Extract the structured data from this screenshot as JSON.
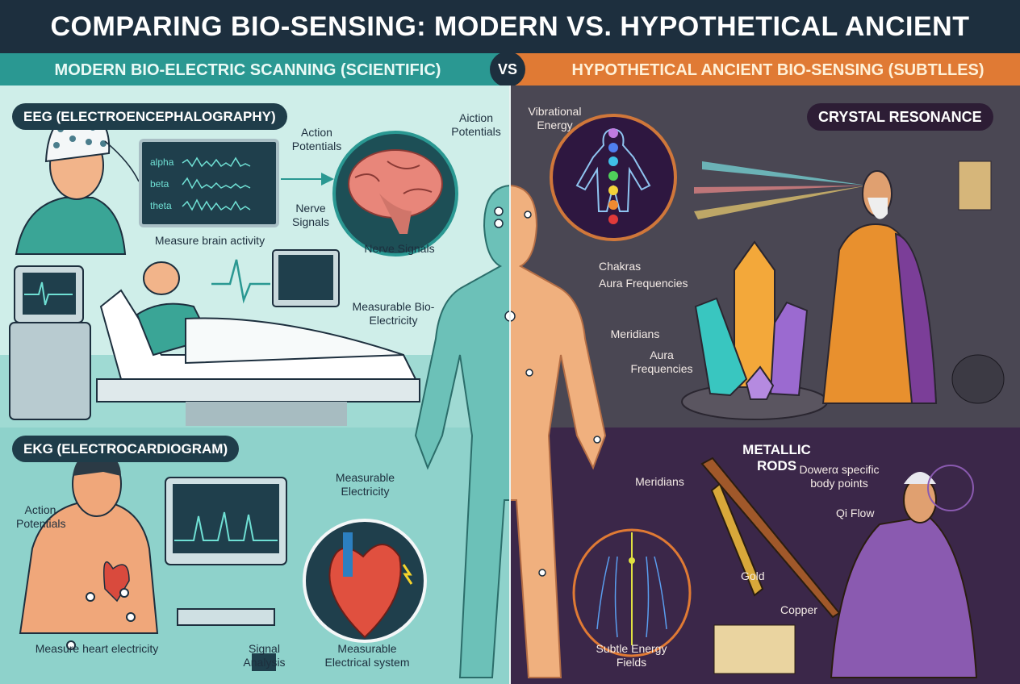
{
  "title": "COMPARING BIO-SENSING: MODERN VS. HYPOTHETICAL ANCIENT",
  "header": {
    "left": "MODERN BIO-ELECTRIC SCANNING (SCIENTIFIC)",
    "vs": "VS",
    "right": "HYPOTHETICAL ANCIENT BIO-SENSING (SUBTLLES)"
  },
  "modern": {
    "eeg": {
      "title": "EEG (ELECTROENCEPHALOGRAPHY)",
      "waves": [
        "alpha",
        "beta",
        "theta"
      ],
      "caption": "Measure brain activity",
      "action_potentials": "Action Potentials",
      "action_potentials_2": "Aiction Potentials",
      "nerve_signals_side": "Nerve Signals",
      "nerve_signals": "Nerve Signals",
      "bio_electricity": "Measurable Bio-Electricity"
    },
    "ekg": {
      "title": "EKG (ELECTROCARDIOGRAM)",
      "action_potentials": "Action Potentials",
      "caption": "Measure heart electricity",
      "signal_analysis": "Signal Analysis",
      "measurable_electricity": "Measurable Electricity",
      "electrical_system": "Measurable Electrical system"
    }
  },
  "ancient": {
    "crystal": {
      "title": "CRYSTAL RESONANCE",
      "vibrational_energy": "Vibrational Energy",
      "chakras": "Chakras",
      "aura_1": "Aura Frequencies",
      "meridians": "Meridians",
      "aura_2": "Aura Frequencies"
    },
    "rods": {
      "title": "METALLIC RODS",
      "dowse": "Dowerα specific body points",
      "qi_flow": "Qi Flow",
      "gold": "Gold",
      "copper": "Copper",
      "meridians": "Meridians",
      "subtle_fields": "Subtle Energy Fields"
    }
  },
  "colors": {
    "title_bg": "#1d2f3e",
    "modern_accent": "#2a9892",
    "ancient_accent": "#e07a34",
    "stone": "#4a4753",
    "purple": "#3b2749"
  }
}
